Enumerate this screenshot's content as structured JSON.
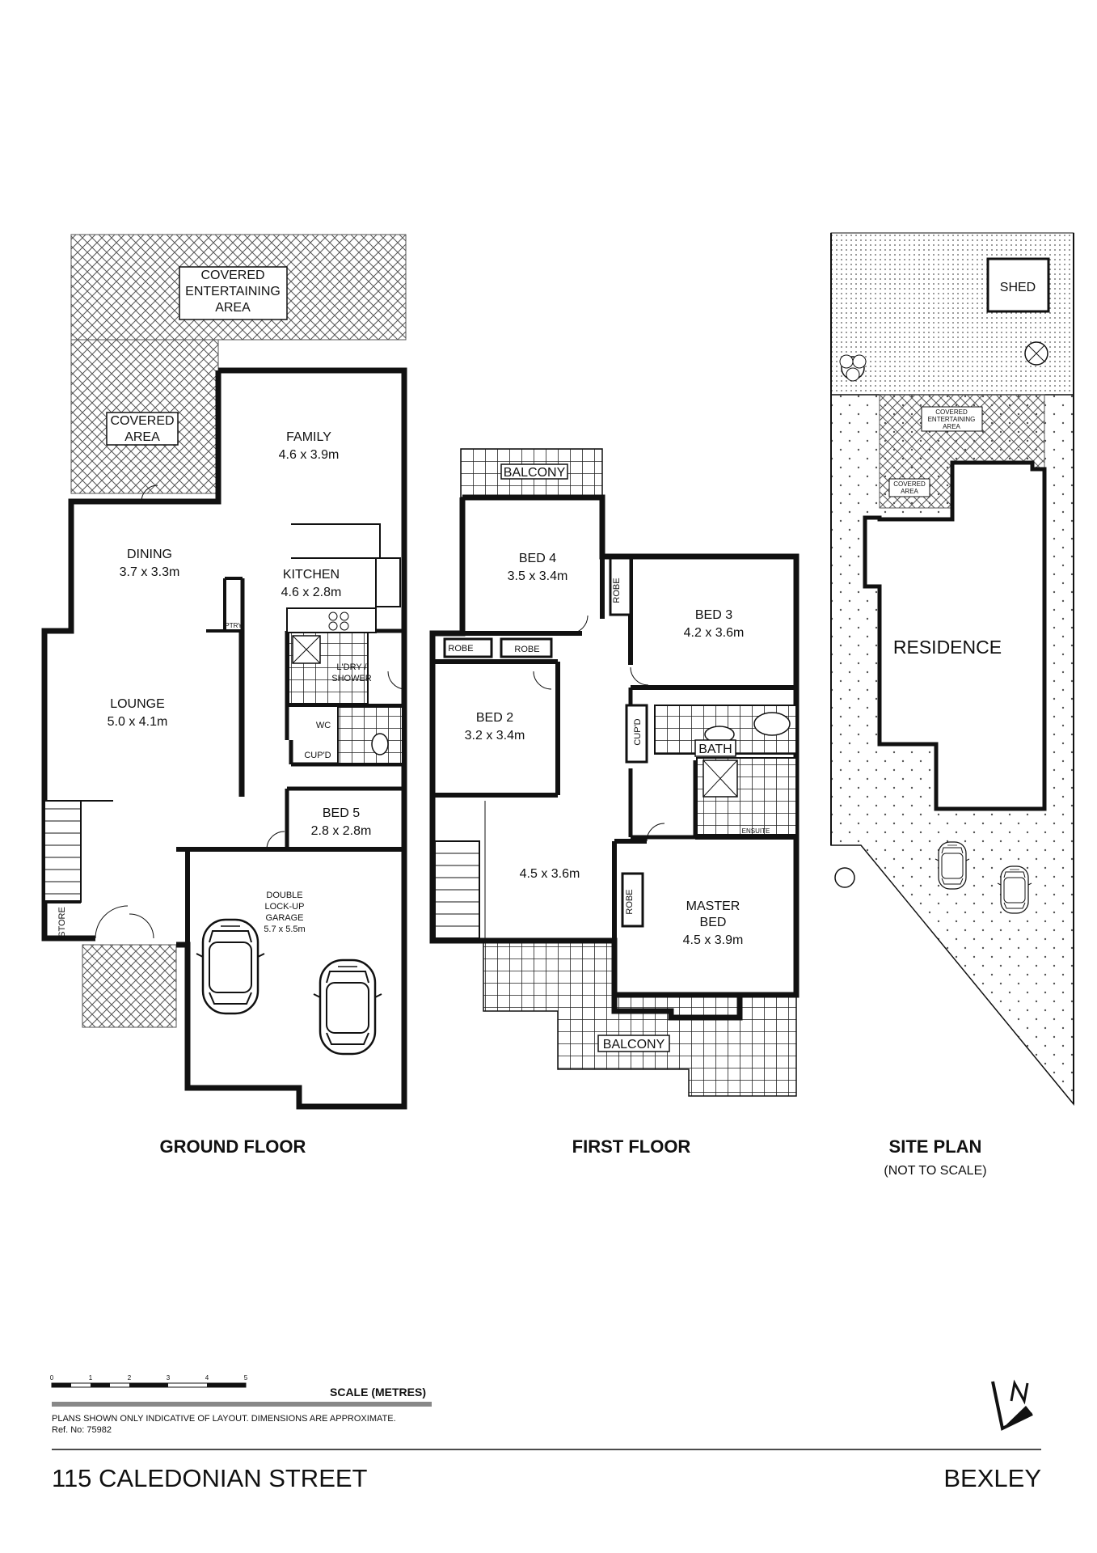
{
  "ground_floor": {
    "title": "GROUND FLOOR",
    "rooms": {
      "covered_entertaining_l1": "COVERED",
      "covered_entertaining_l2": "ENTERTAINING",
      "covered_entertaining_l3": "AREA",
      "covered_area_l1": "COVERED",
      "covered_area_l2": "AREA",
      "family_name": "FAMILY",
      "family_dims": "4.6 x 3.9m",
      "dining_name": "DINING",
      "dining_dims": "3.7 x 3.3m",
      "kitchen_name": "KITCHEN",
      "kitchen_dims": "4.6 x 2.8m",
      "pantry": "PTRY",
      "laundry_l1": "L'DRY /",
      "laundry_l2": "SHOWER",
      "wc": "WC",
      "cupboard": "CUP'D",
      "lounge_name": "LOUNGE",
      "lounge_dims": "5.0 x 4.1m",
      "bed5_name": "BED 5",
      "bed5_dims": "2.8 x 2.8m",
      "garage_l1": "DOUBLE",
      "garage_l2": "LOCK-UP",
      "garage_l3": "GARAGE",
      "garage_dims": "5.7 x 5.5m",
      "store": "STORE"
    }
  },
  "first_floor": {
    "title": "FIRST FLOOR",
    "rooms": {
      "balcony_top": "BALCONY",
      "bed4_name": "BED 4",
      "bed4_dims": "3.5 x 3.4m",
      "robe_bed3": "ROBE",
      "bed3_name": "BED 3",
      "bed3_dims": "4.2 x 3.6m",
      "robe_a": "ROBE",
      "robe_b": "ROBE",
      "bed2_name": "BED 2",
      "bed2_dims": "3.2 x 3.4m",
      "cupboard": "CUP'D",
      "bath": "BATH",
      "ensuite": "ENSUITE",
      "hall_dims": "4.5 x 3.6m",
      "robe_master": "ROBE",
      "master_l1": "MASTER",
      "master_l2": "BED",
      "master_dims": "4.5 x 3.9m",
      "balcony_bottom": "BALCONY"
    }
  },
  "site_plan": {
    "title": "SITE PLAN",
    "subtitle": "(NOT TO SCALE)",
    "shed": "SHED",
    "covered_entertaining_l1": "COVERED",
    "covered_entertaining_l2": "ENTERTAINING",
    "covered_entertaining_l3": "AREA",
    "covered_area_l1": "COVERED",
    "covered_area_l2": "AREA",
    "residence": "RESIDENCE"
  },
  "scale": {
    "ticks": [
      "0",
      "1",
      "2",
      "3",
      "4",
      "5"
    ],
    "label": "SCALE (METRES)"
  },
  "disclaimer": "PLANS SHOWN ONLY INDICATIVE OF LAYOUT.  DIMENSIONS ARE APPROXIMATE.",
  "ref": "Ref. No: 75982",
  "address": "115 CALEDONIAN STREET",
  "suburb": "BEXLEY",
  "icons": {
    "north_arrow": "north-arrow-icon",
    "car": "car-icon",
    "shrub": "shrub-icon"
  }
}
